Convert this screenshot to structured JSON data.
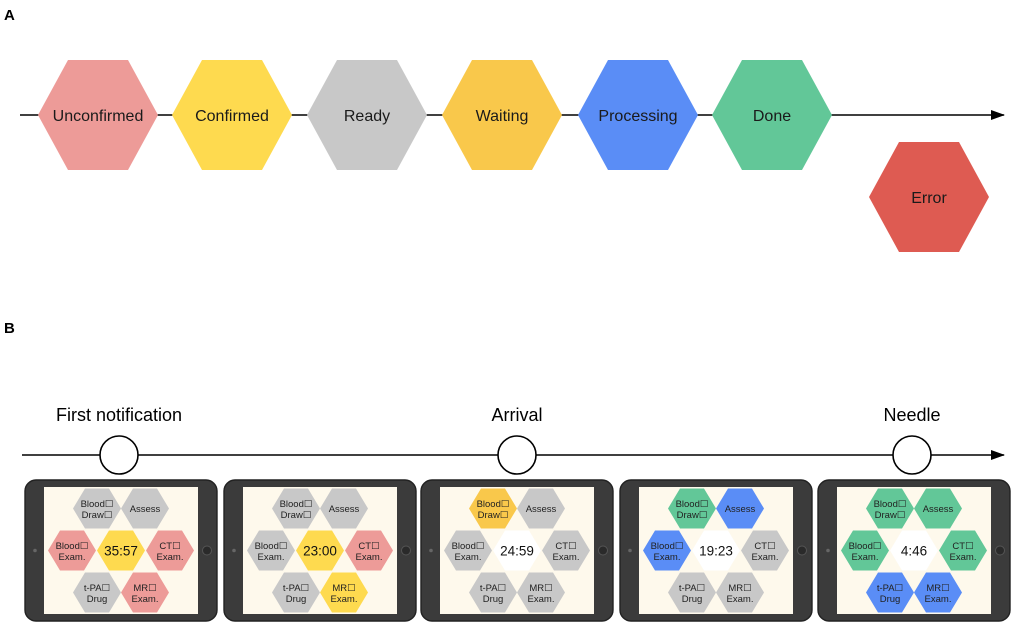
{
  "panel_a": {
    "label": "A",
    "stages": [
      {
        "key": "unconfirmed",
        "label": "Unconfirmed",
        "color": "#ED9B98"
      },
      {
        "key": "confirmed",
        "label": "Confirmed",
        "color": "#FEDA4F"
      },
      {
        "key": "ready",
        "label": "Ready",
        "color": "#C8C8C8"
      },
      {
        "key": "waiting",
        "label": "Waiting",
        "color": "#F9C84B"
      },
      {
        "key": "processing",
        "label": "Processing",
        "color": "#5A8DF6"
      },
      {
        "key": "done",
        "label": "Done",
        "color": "#62C798"
      }
    ],
    "error": {
      "key": "error",
      "label": "Error",
      "color": "#DE5B52"
    }
  },
  "panel_b": {
    "label": "B",
    "milestones": [
      {
        "key": "first-notification",
        "label": "First notification"
      },
      {
        "key": "arrival",
        "label": "Arrival"
      },
      {
        "key": "needle",
        "label": "Needle"
      }
    ],
    "tablets": [
      {
        "timer": "35:57",
        "center_color": "#FEDA4F",
        "cells": [
          {
            "key": "blood-draw",
            "lines": [
              "Blood☐",
              "Draw☐"
            ],
            "color": "#C8C8C8"
          },
          {
            "key": "assess",
            "lines": [
              "Assess"
            ],
            "color": "#C8C8C8"
          },
          {
            "key": "blood-exam",
            "lines": [
              "Blood☐",
              "Exam."
            ],
            "color": "#ED9B98"
          },
          {
            "key": "ct-exam",
            "lines": [
              "CT☐",
              "Exam."
            ],
            "color": "#ED9B98"
          },
          {
            "key": "tpa-drug",
            "lines": [
              "t-PA☐",
              "Drug"
            ],
            "color": "#C8C8C8"
          },
          {
            "key": "mr-exam",
            "lines": [
              "MR☐",
              "Exam."
            ],
            "color": "#ED9B98"
          }
        ]
      },
      {
        "timer": "23:00",
        "center_color": "#FEDA4F",
        "cells": [
          {
            "key": "blood-draw",
            "lines": [
              "Blood☐",
              "Draw☐"
            ],
            "color": "#C8C8C8"
          },
          {
            "key": "assess",
            "lines": [
              "Assess"
            ],
            "color": "#C8C8C8"
          },
          {
            "key": "blood-exam",
            "lines": [
              "Blood☐",
              "Exam."
            ],
            "color": "#C8C8C8"
          },
          {
            "key": "ct-exam",
            "lines": [
              "CT☐",
              "Exam."
            ],
            "color": "#ED9B98"
          },
          {
            "key": "tpa-drug",
            "lines": [
              "t-PA☐",
              "Drug"
            ],
            "color": "#C8C8C8"
          },
          {
            "key": "mr-exam",
            "lines": [
              "MR☐",
              "Exam."
            ],
            "color": "#FEDA4F"
          }
        ]
      },
      {
        "timer": "24:59",
        "center_color": "#FFFFFF",
        "cells": [
          {
            "key": "blood-draw",
            "lines": [
              "Blood☐",
              "Draw☐"
            ],
            "color": "#F9C84B"
          },
          {
            "key": "assess",
            "lines": [
              "Assess"
            ],
            "color": "#C8C8C8"
          },
          {
            "key": "blood-exam",
            "lines": [
              "Blood☐",
              "Exam."
            ],
            "color": "#C8C8C8"
          },
          {
            "key": "ct-exam",
            "lines": [
              "CT☐",
              "Exam."
            ],
            "color": "#C8C8C8"
          },
          {
            "key": "tpa-drug",
            "lines": [
              "t-PA☐",
              "Drug"
            ],
            "color": "#C8C8C8"
          },
          {
            "key": "mr-exam",
            "lines": [
              "MR☐",
              "Exam."
            ],
            "color": "#C8C8C8"
          }
        ]
      },
      {
        "timer": "19:23",
        "center_color": "#FFFFFF",
        "cells": [
          {
            "key": "blood-draw",
            "lines": [
              "Blood☐",
              "Draw☐"
            ],
            "color": "#62C798"
          },
          {
            "key": "assess",
            "lines": [
              "Assess"
            ],
            "color": "#5A8DF6"
          },
          {
            "key": "blood-exam",
            "lines": [
              "Blood☐",
              "Exam."
            ],
            "color": "#5A8DF6"
          },
          {
            "key": "ct-exam",
            "lines": [
              "CT☐",
              "Exam."
            ],
            "color": "#C8C8C8"
          },
          {
            "key": "tpa-drug",
            "lines": [
              "t-PA☐",
              "Drug"
            ],
            "color": "#C8C8C8"
          },
          {
            "key": "mr-exam",
            "lines": [
              "MR☐",
              "Exam."
            ],
            "color": "#C8C8C8"
          }
        ]
      },
      {
        "timer": "4:46",
        "center_color": "#FFFFFF",
        "cells": [
          {
            "key": "blood-draw",
            "lines": [
              "Blood☐",
              "Draw☐"
            ],
            "color": "#62C798"
          },
          {
            "key": "assess",
            "lines": [
              "Assess"
            ],
            "color": "#62C798"
          },
          {
            "key": "blood-exam",
            "lines": [
              "Blood☐",
              "Exam."
            ],
            "color": "#62C798"
          },
          {
            "key": "ct-exam",
            "lines": [
              "CT☐",
              "Exam."
            ],
            "color": "#62C798"
          },
          {
            "key": "tpa-drug",
            "lines": [
              "t-PA☐",
              "Drug"
            ],
            "color": "#5A8DF6"
          },
          {
            "key": "mr-exam",
            "lines": [
              "MR☐",
              "Exam."
            ],
            "color": "#5A8DF6"
          }
        ]
      }
    ]
  }
}
